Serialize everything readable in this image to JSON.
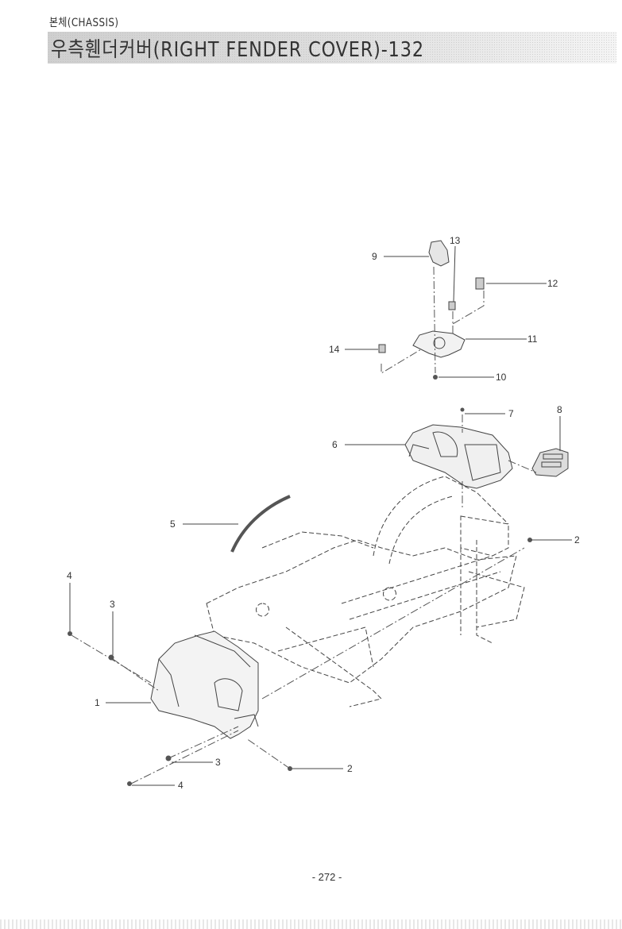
{
  "header": {
    "section": "본체(CHASSIS)",
    "title": "우측휀더커버(RIGHT FENDER COVER)-132"
  },
  "callouts": {
    "c1": "1",
    "c2a": "2",
    "c2b": "2",
    "c3a": "3",
    "c3b": "3",
    "c4a": "4",
    "c4b": "4",
    "c5": "5",
    "c6": "6",
    "c7": "7",
    "c8": "8",
    "c9": "9",
    "c10": "10",
    "c11": "11",
    "c12": "12",
    "c13": "13",
    "c14": "14"
  },
  "footer": {
    "page_number": "- 272 -"
  }
}
